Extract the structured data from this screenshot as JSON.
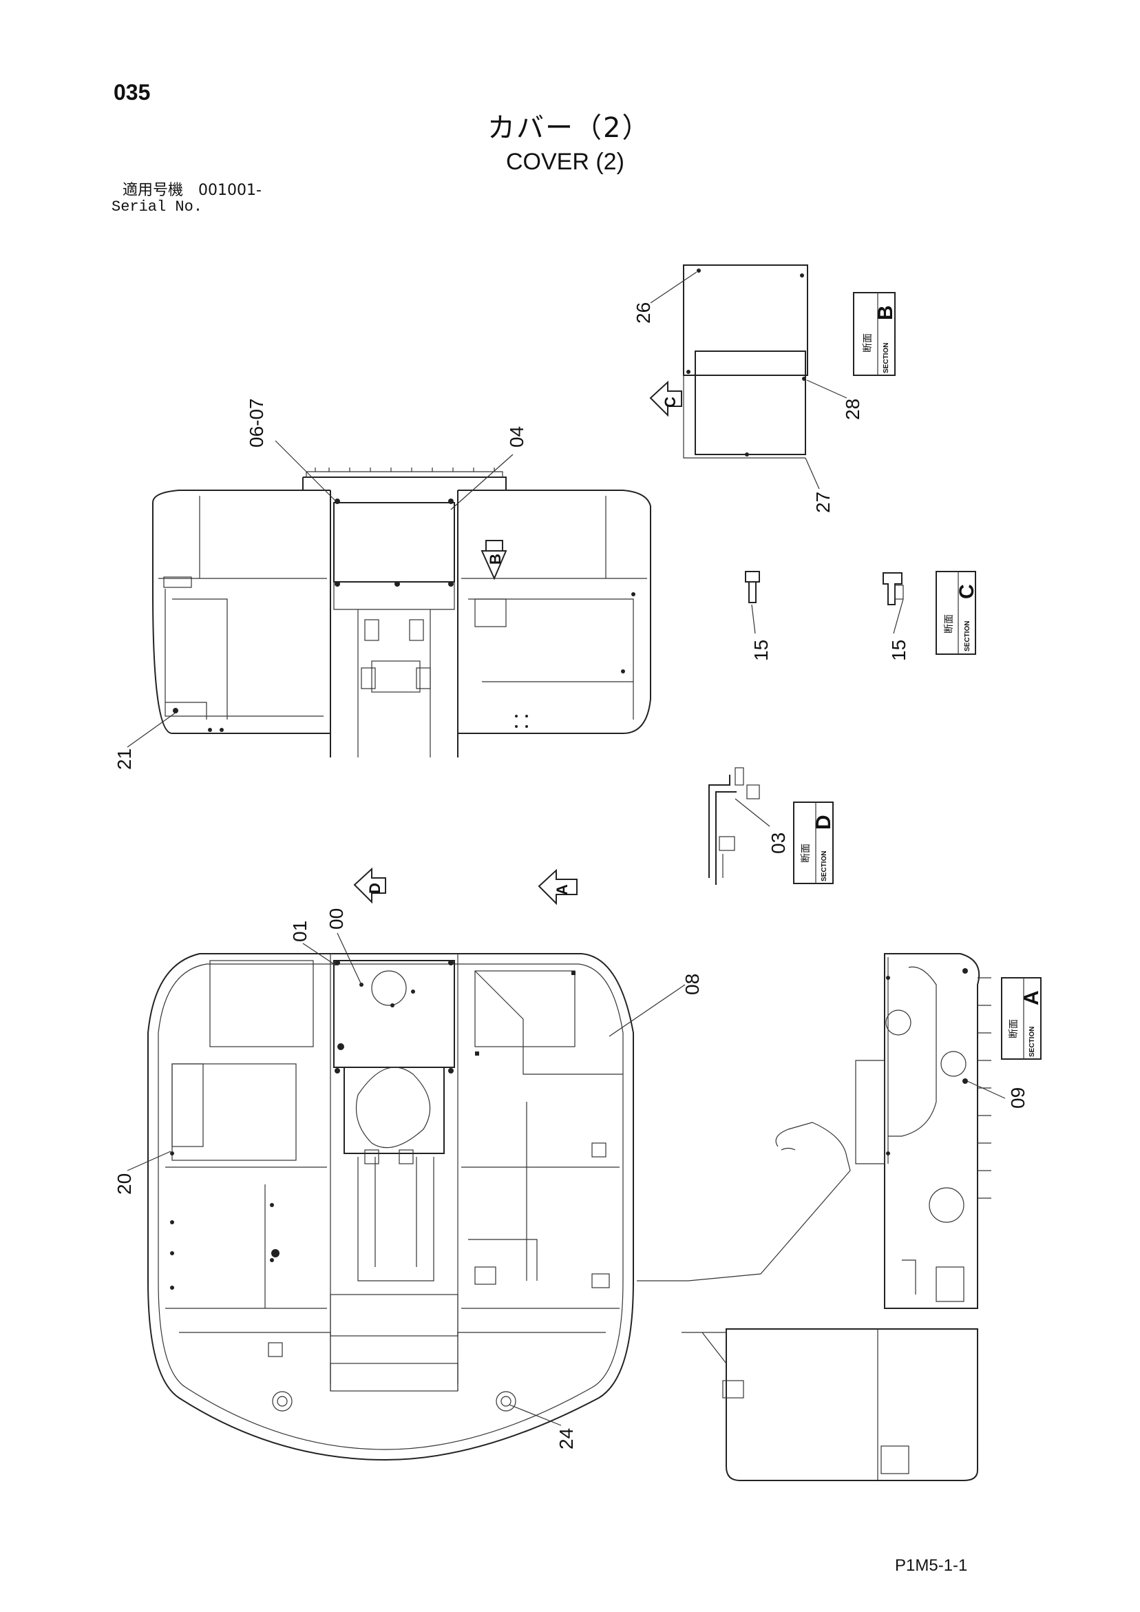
{
  "header": {
    "page_number": "035",
    "title_jp": "カバー（2）",
    "title_en": "COVER (2)",
    "serial_label_jp": "適用号機　001001-",
    "serial_label_en": "Serial No."
  },
  "footer": {
    "doc_code": "P1M5-1-1"
  },
  "callouts": {
    "c00": "00",
    "c01": "01",
    "c03": "03",
    "c04": "04",
    "c06_07": "06-07",
    "c08": "08",
    "c09": "09",
    "c15a": "15",
    "c15b": "15",
    "c20": "20",
    "c21": "21",
    "c24": "24",
    "c26": "26",
    "c27": "27",
    "c28": "28"
  },
  "sections": {
    "section_word": "SECTION",
    "section_jp": "断面",
    "a": "A",
    "b": "B",
    "c": "C",
    "d": "D"
  },
  "view_arrows": {
    "a": "A",
    "b": "B",
    "c": "C",
    "d": "D"
  }
}
